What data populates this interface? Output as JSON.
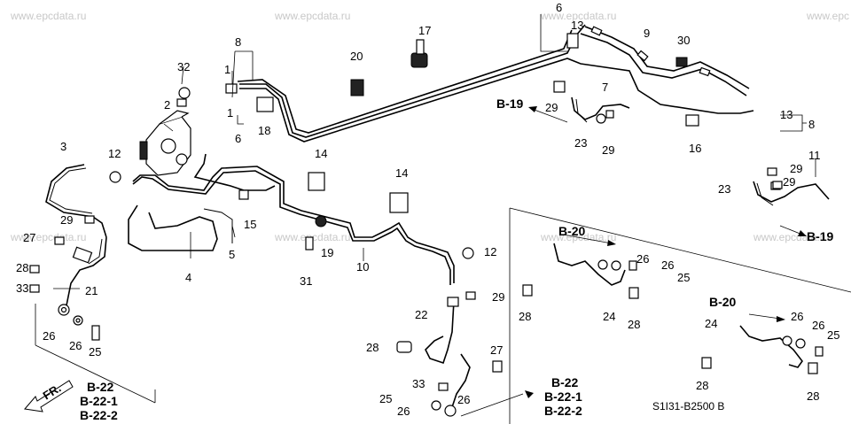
{
  "watermarks": [
    "www.epcdata.ru",
    "www.epcdata.ru",
    "www.epcdata.ru",
    "www.epc",
    "www.epcdata.ru",
    "www.epcdata.ru",
    "www.epcdata.ru",
    "www.epcdata.ru"
  ],
  "callouts": {
    "c1a": "1",
    "c1b": "1",
    "c2": "2",
    "c3": "3",
    "c4": "4",
    "c5": "5",
    "c6a": "6",
    "c6b": "6",
    "c7": "7",
    "c8a": "8",
    "c8b": "8",
    "c9": "9",
    "c10": "10",
    "c11": "11",
    "c12a": "12",
    "c12b": "12",
    "c13a": "13",
    "c13b": "13",
    "c14a": "14",
    "c14b": "14",
    "c15": "15",
    "c16": "16",
    "c17": "17",
    "c18": "18",
    "c19": "19",
    "c20": "20",
    "c21": "21",
    "c22": "22",
    "c23a": "23",
    "c23b": "23",
    "c24a": "24",
    "c24b": "24",
    "c25a": "25",
    "c25b": "25",
    "c25c": "25",
    "c25d": "25",
    "c26a": "26",
    "c26b": "26",
    "c26c": "26",
    "c26d": "26",
    "c26e": "26",
    "c26f": "26",
    "c26g": "26",
    "c27a": "27",
    "c27b": "27",
    "c28a": "28",
    "c28b": "28",
    "c28c": "28",
    "c28d": "28",
    "c28e": "28",
    "c29a": "29",
    "c29b": "29",
    "c29c": "29",
    "c29d": "29",
    "c29e": "29",
    "c29f": "29",
    "c30": "30",
    "c31": "31",
    "c32": "32",
    "c33a": "33",
    "c33b": "33"
  },
  "refs": {
    "b19a": "B-19",
    "b19b": "B-19",
    "b20a": "B-20",
    "b20b": "B-20",
    "b22a": "B-22",
    "b221a": "B-22-1",
    "b222a": "B-22-2",
    "b22b": "B-22",
    "b221b": "B-22-1",
    "b222b": "B-22-2"
  },
  "front_label": "FR.",
  "diagram_code": "S1I31-B2500 B"
}
